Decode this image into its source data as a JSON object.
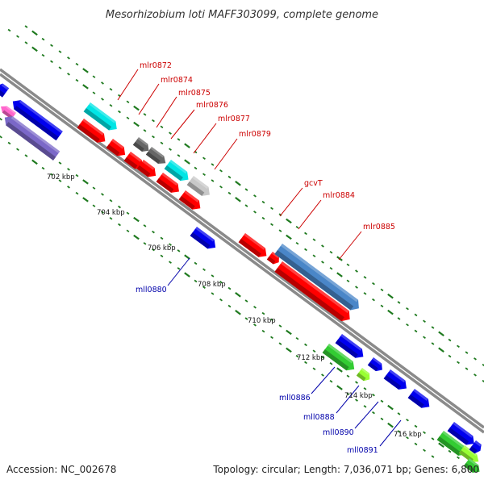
{
  "title": "Mesorhizobium loti MAFF303099, complete genome",
  "footer": {
    "accession": "Accession: NC_002678",
    "summary": "Topology: circular; Length: 7,036,071 bp; Genes: 6,800"
  },
  "colors": {
    "backbone": "#8a8a8a",
    "tick": "#1f7a1f",
    "forward_label": "#cc0000",
    "reverse_label": "#0000aa",
    "red": "#ff0000",
    "cyan": "#00e5e5",
    "darkgray": "#666666",
    "lightgray": "#c8c8c8",
    "blue": "#0000ee",
    "steelblue": "#4a86c8",
    "lavender": "#7b68c8",
    "green": "#33cc33",
    "lime": "#99ff33",
    "pink": "#ff66cc"
  },
  "kbp_labels": [
    "702 kbp",
    "704 kbp",
    "706 kbp",
    "708 kbp",
    "710 kbp",
    "712 kbp",
    "714 kbp",
    "716 kbp"
  ],
  "forward_labels": [
    "mlr0872",
    "mlr0874",
    "mlr0875",
    "mlr0876",
    "mlr0877",
    "mlr0879",
    "gcvT",
    "mlr0884",
    "mlr0885"
  ],
  "reverse_labels": [
    "mll0880",
    "mll0886",
    "mll0888",
    "mll0890",
    "mll0891"
  ]
}
